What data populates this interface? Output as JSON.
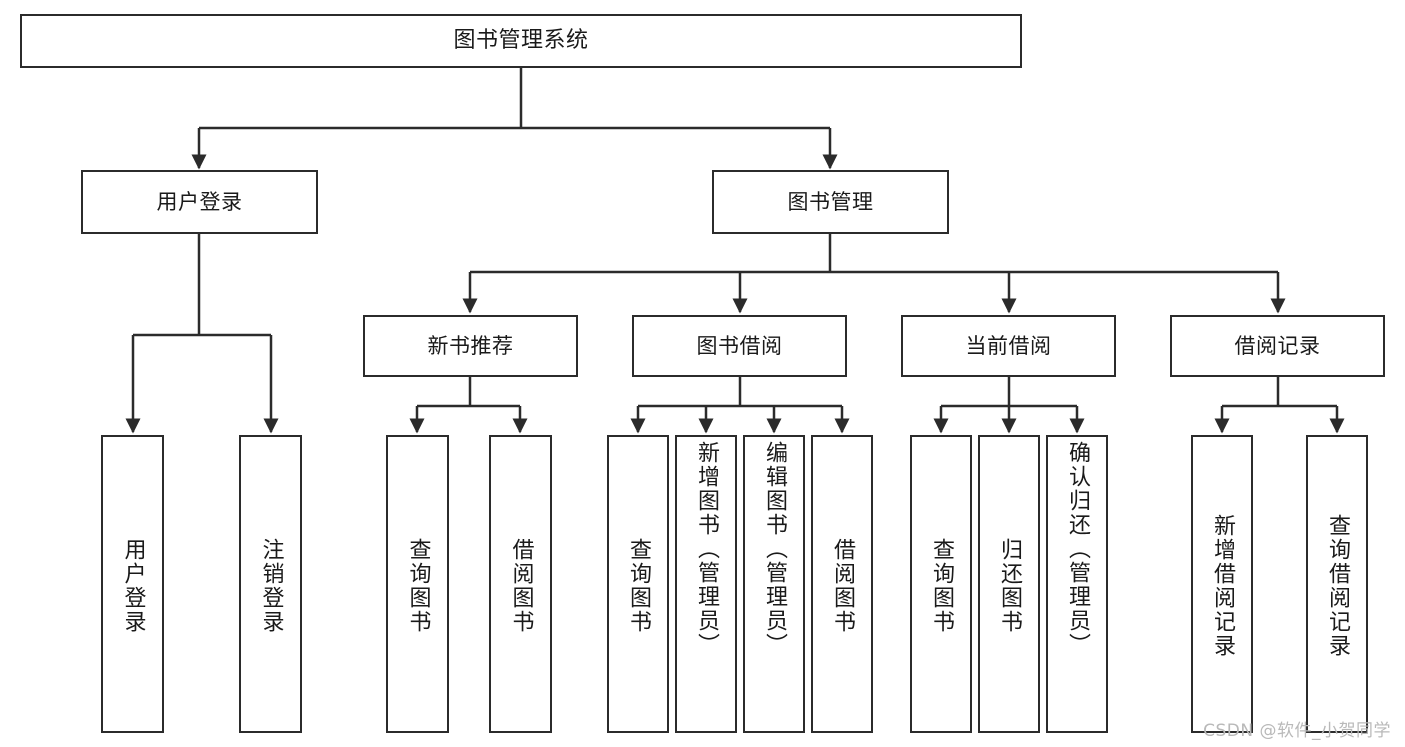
{
  "diagram": {
    "title": "图书管理系统",
    "type": "tree",
    "watermark": "CSDN @软件_小贺同学",
    "colors": {
      "background": "#ffffff",
      "box_border": "#2b2b2b",
      "box_fill": "#ffffff",
      "connector": "#2b2b2b",
      "text": "#1a1a1a",
      "watermark": "#b9b9b9"
    },
    "nodes": {
      "root": {
        "label": "图书管理系统"
      },
      "level2": [
        {
          "label": "用户登录"
        },
        {
          "label": "图书管理"
        }
      ],
      "level3": [
        {
          "label": "新书推荐"
        },
        {
          "label": "图书借阅"
        },
        {
          "label": "当前借阅"
        },
        {
          "label": "借阅记录"
        }
      ],
      "leaves": {
        "user_login": [
          {
            "label": "用户登录"
          },
          {
            "label": "注销登录"
          }
        ],
        "new_book": [
          {
            "label": "查询图书"
          },
          {
            "label": "借阅图书"
          }
        ],
        "book_borrow": [
          {
            "label": "查询图书"
          },
          {
            "label": "新增图书（管理员）"
          },
          {
            "label": "编辑图书（管理员）"
          },
          {
            "label": "借阅图书"
          }
        ],
        "current_borrow": [
          {
            "label": "查询图书"
          },
          {
            "label": "归还图书"
          },
          {
            "label": "确认归还（管理员）"
          }
        ],
        "borrow_record": [
          {
            "label": "新增借阅记录"
          },
          {
            "label": "查询借阅记录"
          }
        ]
      }
    }
  }
}
